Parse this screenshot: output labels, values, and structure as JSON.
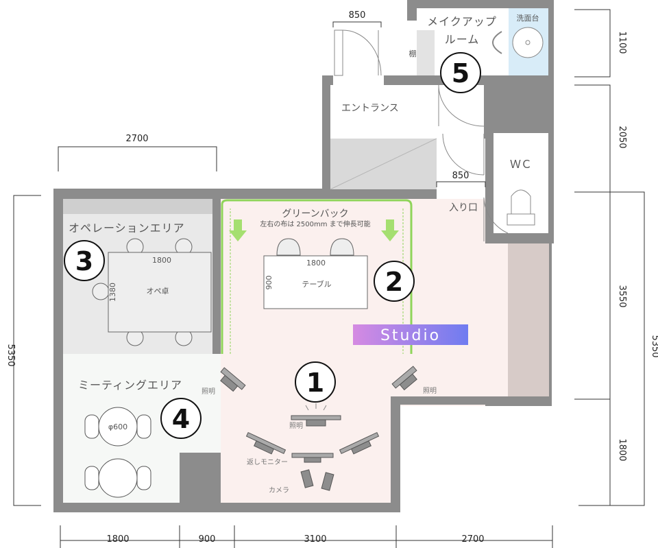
{
  "rooms": {
    "makeup_title_line1": "メイクアップ",
    "makeup_title_line2": "ルーム",
    "sink_label": "洗面台",
    "shelf_label": "棚",
    "entrance_label": "エントランス",
    "wc_label": "ＷＣ",
    "entry_label": "入り口",
    "operation_area_label": "オペレーションエリア",
    "meeting_area_label": "ミーティングエリア",
    "greenback_label": "グリーンバック",
    "greenback_note": "左右の布は 2500mm まで伸長可能",
    "studio_label": "Studio",
    "ope_table_label": "オペ卓",
    "ope_table_w": "1800",
    "ope_table_d": "1380",
    "studio_table_label": "テーブル",
    "studio_table_w": "1800",
    "studio_table_d": "900",
    "round_table_label": "φ600",
    "lighting_label": "照明",
    "monitor_label": "返しモニター",
    "camera_label": "カメラ"
  },
  "numbers": {
    "n1": "1",
    "n2": "2",
    "n3": "3",
    "n4": "4",
    "n5": "5"
  },
  "dimensions": {
    "door_top": "850",
    "door_entry": "850",
    "operation_width": "2700",
    "bottom_1": "1800",
    "bottom_2": "900",
    "bottom_3": "3100",
    "bottom_4": "2700",
    "left_total": "5350",
    "right_1": "1100",
    "right_2": "2050",
    "right_3": "3550",
    "right_4": "1800",
    "right_total": "5350"
  },
  "colors": {
    "wall": "#8c8c8c",
    "studio_floor": "#fbf0ee",
    "operation_floor": "#e8e8e8",
    "meeting_floor": "#f6f8f6",
    "greenback": "#8fd45a",
    "sink": "#d8ecf8",
    "studio_grad_start": "#d58ae2",
    "studio_grad_end": "#6f7cf0"
  }
}
